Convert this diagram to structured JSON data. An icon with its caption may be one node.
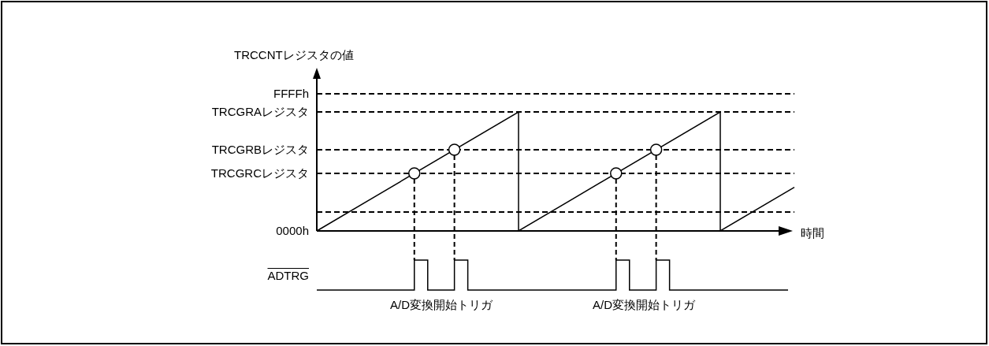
{
  "diagram": {
    "labels": [
      "TRCCNTレジスタの値",
      "FFFFh",
      "TRCGRAレジスタ",
      "TRCGRBレジスタ",
      "TRCGRCレジスタ",
      "0000h",
      "時間",
      "ADTRG",
      "A/D変換開始トリガ",
      "A/D変換開始トリガ"
    ]
  }
}
